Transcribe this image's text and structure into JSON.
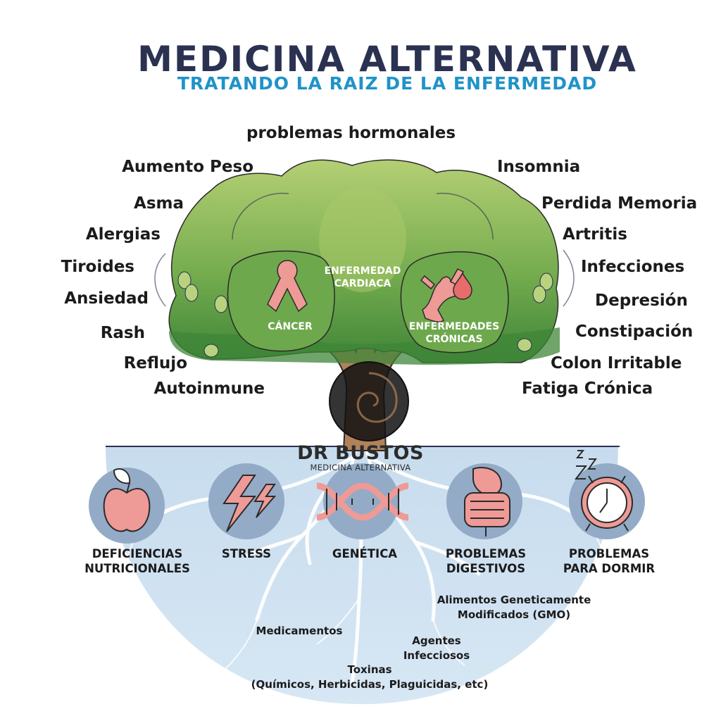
{
  "header": {
    "title": "MEDICINA ALTERNATIVA",
    "subtitle": "TRATANDO LA RAIZ DE LA ENFERMEDAD"
  },
  "top_symptom": "problemas hormonales",
  "symptoms_left": [
    "Aumento Peso",
    "Asma",
    "Alergias",
    "Tiroides",
    "Ansiedad",
    "Rash",
    "Reflujo",
    "Autoinmune"
  ],
  "symptoms_right": [
    "Insomnia",
    "Perdida Memoria",
    "Artritis",
    "Infecciones",
    "Depresión",
    "Constipación",
    "Colon Irritable",
    "Fatiga Crónica"
  ],
  "canopy": {
    "heart": [
      "ENFERMEDAD",
      "CARDIACA"
    ],
    "cancer": "CÁNCER",
    "chronic": [
      "ENFERMEDADES",
      "CRÓNICAS"
    ]
  },
  "brand": {
    "name": "DR BUSTOS",
    "tagline": "MEDICINA ALTERNATIVA"
  },
  "causes": [
    {
      "lines": [
        "DEFICIENCIAS",
        "NUTRICIONALES"
      ],
      "icon": "apple-icon"
    },
    {
      "lines": [
        "STRESS"
      ],
      "icon": "lightning-icon"
    },
    {
      "lines": [
        "GENÉTICA"
      ],
      "icon": "dna-icon"
    },
    {
      "lines": [
        "PROBLEMAS",
        "DIGESTIVOS"
      ],
      "icon": "intestine-icon"
    },
    {
      "lines": [
        "PROBLEMAS",
        "PARA DORMIR"
      ],
      "icon": "alarm-clock-icon"
    }
  ],
  "root_factors": {
    "gmo": [
      "Alimentos Geneticamente",
      "Modificados (GMO)"
    ],
    "drugs": "Medicamentos",
    "infectious": [
      "Agentes",
      "Infecciosos"
    ],
    "toxins": [
      "Toxinas",
      "(Químicos, Herbicidas, Plaguicidas, etc)"
    ]
  },
  "colors": {
    "title": "#2b3151",
    "subtitle": "#1f93c9",
    "canopy_light": "#a9c96a",
    "canopy_dark": "#4c8f3c",
    "trunk": "#b0825a",
    "ground": "#cde0f0",
    "icon_circle": "#93abc6",
    "icon_fill": "#ee9a96"
  }
}
